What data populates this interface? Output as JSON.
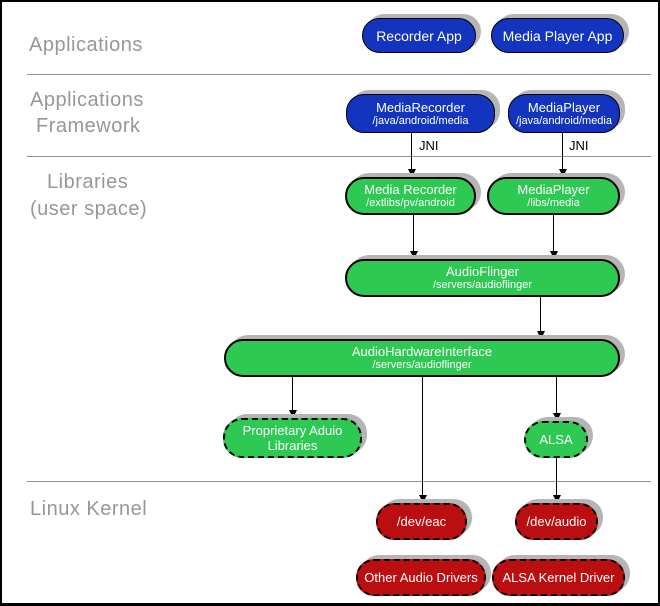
{
  "sections": {
    "applications": "Applications",
    "framework_line1": "Applications",
    "framework_line2": "Framework",
    "libraries_line1": "Libraries",
    "libraries_line2": "(user space)",
    "kernel": "Linux Kernel"
  },
  "jni_label": "JNI",
  "boxes": {
    "recorder_app": {
      "title": "Recorder App"
    },
    "media_player_app": {
      "title": "Media Player App"
    },
    "media_recorder_fw": {
      "title": "MediaRecorder",
      "subtitle": "/java/android/media"
    },
    "media_player_fw": {
      "title": "MediaPlayer",
      "subtitle": "/java/android/media"
    },
    "media_recorder_lib": {
      "title": "Media Recorder",
      "subtitle": "/extlibs/pv/android"
    },
    "media_player_lib": {
      "title": "MediaPlayer",
      "subtitle": "/libs/media"
    },
    "audio_flinger": {
      "title": "AudioFlinger",
      "subtitle": "/servers/audioflinger"
    },
    "audio_hardware_interface": {
      "title": "AudioHardwareInterface",
      "subtitle": "/servers/audioflinger"
    },
    "proprietary_audio_libraries": {
      "title": "Proprietary Aduio Libraries"
    },
    "alsa": {
      "title": "ALSA"
    },
    "dev_eac": {
      "title": "/dev/eac"
    },
    "dev_audio": {
      "title": "/dev/audio"
    },
    "other_audio_drivers": {
      "title": "Other Audio Drivers"
    },
    "alsa_kernel_driver": {
      "title": "ALSA Kernel Driver"
    }
  },
  "colors": {
    "blue": "#1334be",
    "green": "#2ec952",
    "red": "#bb0e10",
    "shadow_gray": "#b5b5b5",
    "line_gray": "#8f8f8f",
    "label_gray": "#979797"
  }
}
